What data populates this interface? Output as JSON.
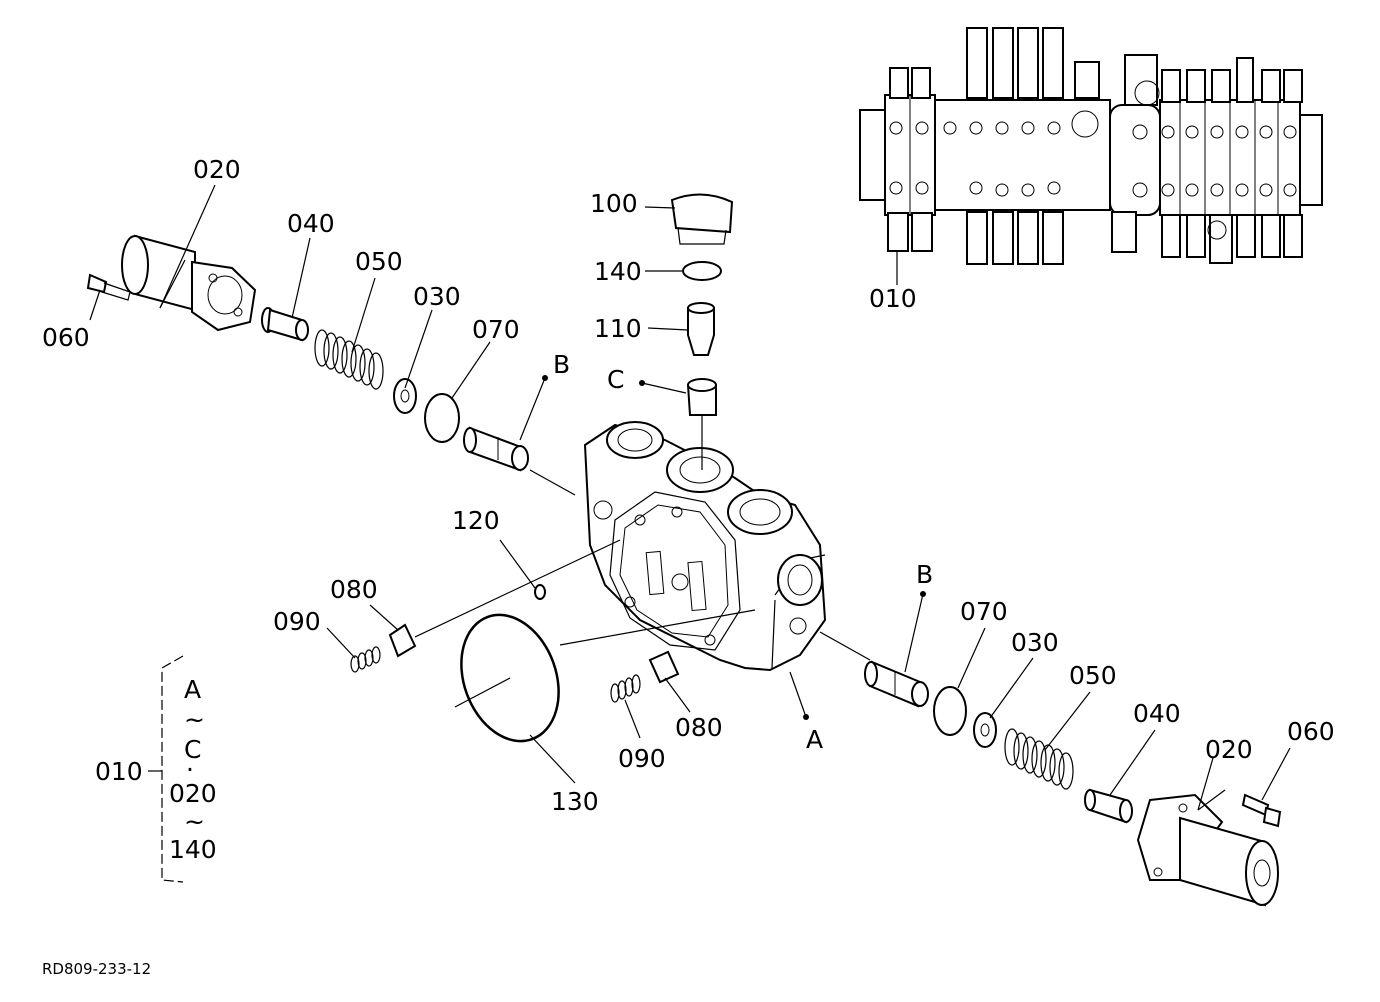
{
  "callouts": {
    "p020_left": "020",
    "p040_left": "040",
    "p050_left": "050",
    "p030_left": "030",
    "p070_left": "070",
    "p060_left": "060",
    "b_left": "B",
    "p100": "100",
    "p140": "140",
    "p110": "110",
    "c_mark": "C",
    "p120": "120",
    "p080_left": "080",
    "p090_left": "090",
    "p130": "130",
    "p090_mid": "090",
    "p080_mid": "080",
    "a_mark": "A",
    "b_right": "B",
    "p070_right": "070",
    "p030_right": "030",
    "p050_right": "050",
    "p040_right": "040",
    "p060_right": "060",
    "p020_right": "020",
    "p010_inset": "010"
  },
  "legend": {
    "code": "010",
    "line1": "A",
    "tilde1": "~",
    "line2": "C",
    "dot": "·",
    "line3": "020",
    "tilde2": "~",
    "line4": "140"
  },
  "footer": {
    "drawing_id": "RD809-233-12"
  }
}
